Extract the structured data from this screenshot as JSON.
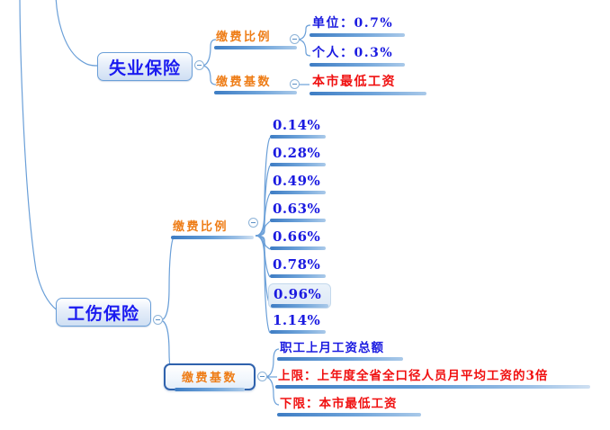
{
  "app": {
    "type": "mind-map",
    "background": "#ffffff",
    "palette": {
      "branch_line": "#6a9fd8",
      "topic_text": "#1a1af0",
      "subtopic_text": "#ee7d17",
      "leaf_blue": "#1a1ae0",
      "leaf_red": "#f01010",
      "underline_bar": "#3e7dc4",
      "highlight_fill": "#dde9f6"
    }
  },
  "branches": [
    {
      "id": "unemployment",
      "topic": "失业保险",
      "collapse_icon": "minus-circle-icon",
      "children": [
        {
          "id": "unemp-rate",
          "label": "缴费比例",
          "collapse_icon": "minus-circle-icon",
          "leaves": [
            {
              "text": "单位：0.7%",
              "color": "blue"
            },
            {
              "text": "个人：0.3%",
              "color": "blue"
            }
          ]
        },
        {
          "id": "unemp-base",
          "label": "缴费基数",
          "collapse_icon": "minus-circle-icon",
          "leaves": [
            {
              "text": "本市最低工资",
              "color": "red"
            }
          ]
        }
      ]
    },
    {
      "id": "injury",
      "topic": "工伤保险",
      "collapse_icon": "minus-circle-icon",
      "children": [
        {
          "id": "injury-rate",
          "label": "缴费比例",
          "collapse_icon": "minus-circle-icon",
          "leaves": [
            {
              "text": "0.14%",
              "color": "blue",
              "highlighted": false
            },
            {
              "text": "0.28%",
              "color": "blue",
              "highlighted": false
            },
            {
              "text": "0.49%",
              "color": "blue",
              "highlighted": false
            },
            {
              "text": "0.63%",
              "color": "blue",
              "highlighted": false
            },
            {
              "text": "0.66%",
              "color": "blue",
              "highlighted": false
            },
            {
              "text": "0.78%",
              "color": "blue",
              "highlighted": false
            },
            {
              "text": "0.96%",
              "color": "blue",
              "highlighted": true
            },
            {
              "text": "1.14%",
              "color": "blue",
              "highlighted": false
            }
          ]
        },
        {
          "id": "injury-base",
          "label": "缴费基数",
          "selected": true,
          "collapse_icon": "minus-circle-icon",
          "leaves": [
            {
              "text": "职工上月工资总额",
              "color": "blue"
            },
            {
              "text": "上限：上年度全省全口径人员月平均工资的3倍",
              "color": "red"
            },
            {
              "text": "下限：本市最低工资",
              "color": "red"
            }
          ]
        }
      ]
    }
  ]
}
